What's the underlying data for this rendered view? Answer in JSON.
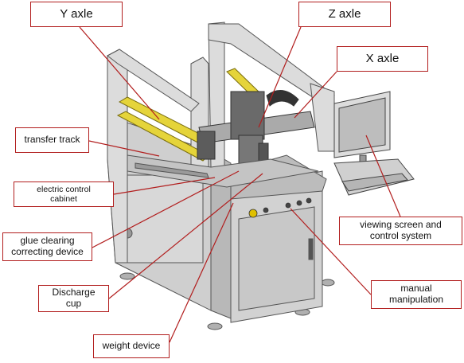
{
  "labels": {
    "y_axle": "Y axle",
    "z_axle": "Z axle",
    "x_axle": "X axle",
    "transfer_track": "transfer track",
    "electric_control_cabinet": "electric control\ncabinet",
    "glue_clearing": "glue clearing\ncorrecting device",
    "discharge_cup": "Discharge\ncup",
    "weight_device": "weight device",
    "viewing_screen": "viewing screen and\ncontrol system",
    "manual_manipulation": "manual\nmanipulation"
  },
  "colors": {
    "leader": "#b21e1e",
    "frame": "#8a8a8a",
    "panel": "#d4d4d4",
    "rail": "#e0d030"
  }
}
